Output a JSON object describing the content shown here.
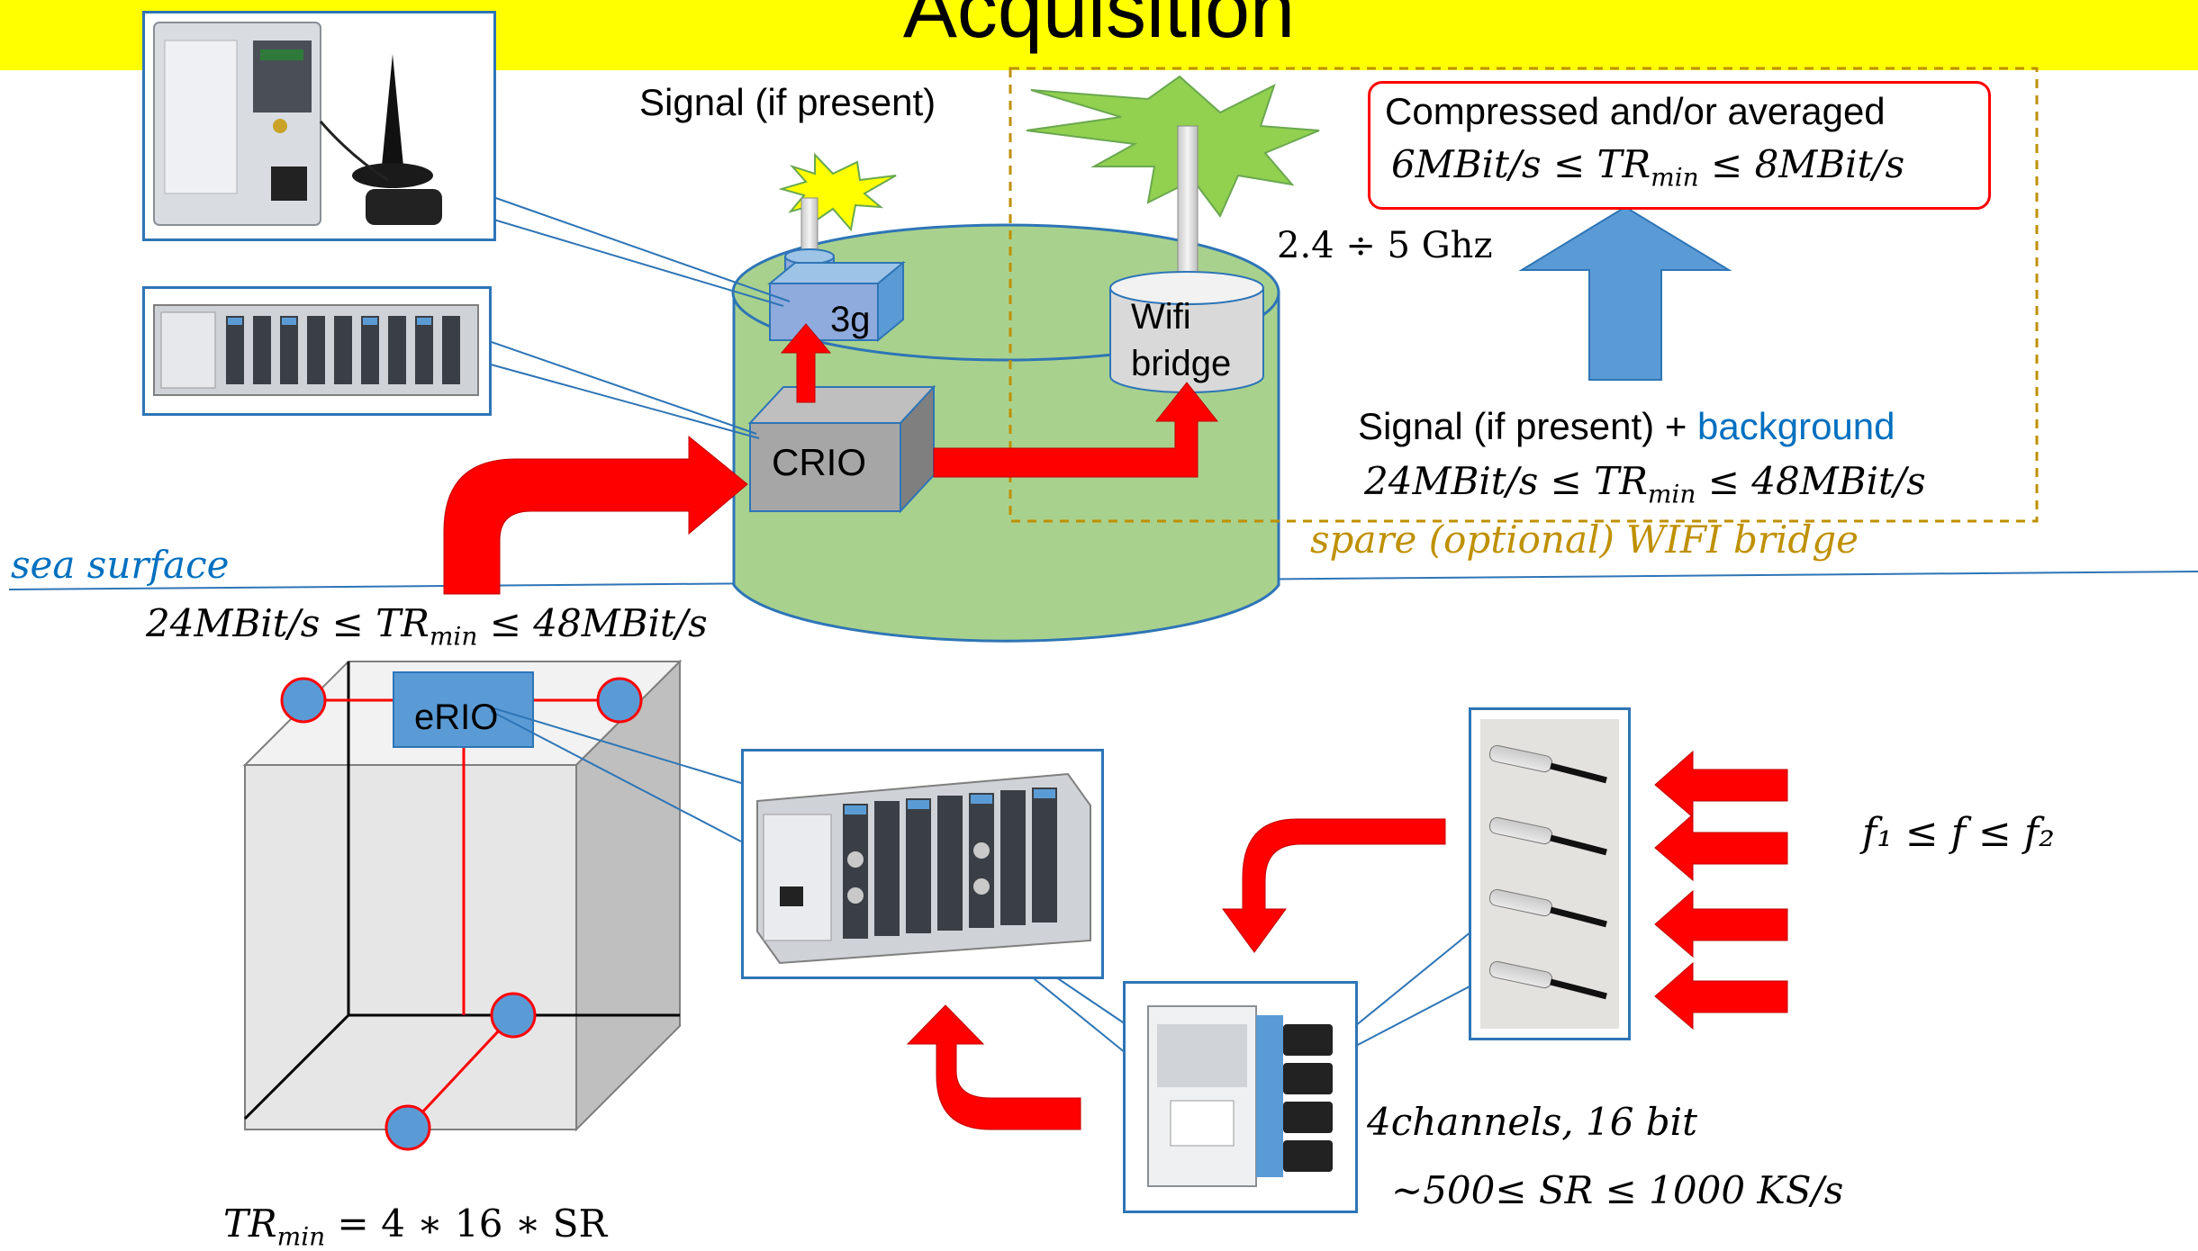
{
  "title": "Acquisition",
  "labels": {
    "signal_top": "Signal (if present)",
    "compressed_line1": "Compressed and/or averaged",
    "compressed_rate": "6MBit/s  ≤ TR",
    "compressed_rate_sub": "min",
    "compressed_rate_end": " ≤ 8MBit/s",
    "freq_band": "2.4 ÷ 5 Ghz",
    "box_3g": "3g",
    "wifi_line1": "Wifi",
    "wifi_line2": "bridge",
    "crio": "CRIO",
    "signal_bg_prefix": "Signal (if present) + ",
    "signal_bg_word": "background",
    "surface_rate": "24MBit/s  ≤ TR",
    "surface_rate_sub": "min",
    "surface_rate_end": " ≤ 48MBit/s",
    "spare_bridge": "spare (optional) WIFI bridge",
    "sea_surface": "sea surface",
    "uplink_rate": "24MBit/s  ≤ TR",
    "uplink_rate_sub": "min",
    "uplink_rate_end": " ≤ 48MBit/s",
    "erio": "eRIO",
    "freq_range": "f₁ ≤ f ≤ f₂",
    "channels": "4channels, 16 bit",
    "sample_rate": "~500≤ SR ≤ 1000 KS/s",
    "tr_formula": "TR",
    "tr_formula_sub": "min",
    "tr_formula_end": " = 4 ∗ 16 ∗ SR"
  },
  "colors": {
    "title_bar": "#ffff00",
    "arrow_red": "#ff0000",
    "arrow_blue": "#5b9bd5",
    "buoy_green": "#a9d18e",
    "line_blue": "#2e75b6",
    "spare_border": "#bf9000",
    "background_word": "#0070c0"
  }
}
